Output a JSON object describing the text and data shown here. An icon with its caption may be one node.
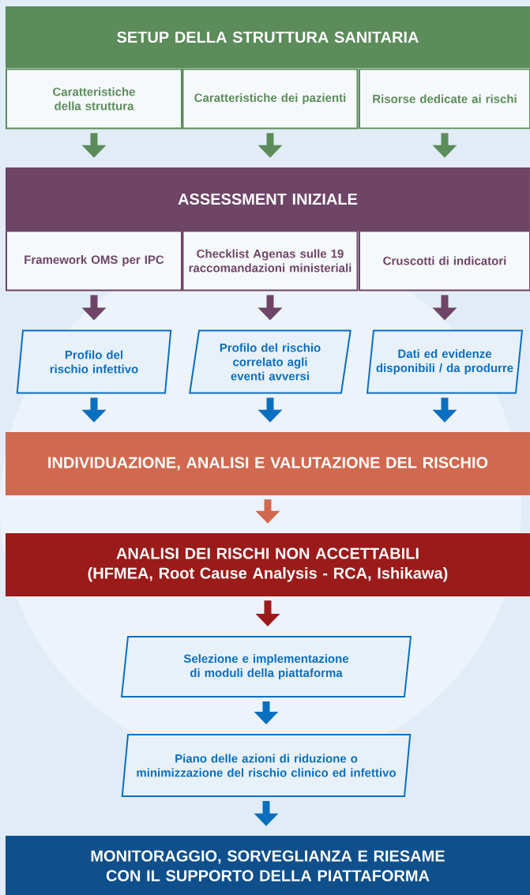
{
  "diagram": {
    "nodes": [
      {
        "text": [
          "SETUP DELLA STRUTTURA SANITARIA"
        ]
      },
      {
        "text": [
          "Caratteristiche della struttura"
        ]
      },
      {
        "text": [
          "Caratteristiche dei pazienti"
        ]
      },
      {
        "text": [
          "Risorse dedicate ai rischi"
        ]
      },
      {
        "text": [
          "ASSESSMENT INIZIALE"
        ]
      },
      {
        "text": [
          "Framework OMS per IPC"
        ]
      },
      {
        "text": [
          "Checklist Agenas sulle 19 raccomandazioni ministeriali"
        ]
      },
      {
        "text": [
          "Cruscotti di indicatori"
        ]
      },
      {
        "text": [
          "Profilo del rischio infettivo"
        ]
      },
      {
        "text": [
          "Profilo del rischio correlato agli eventi avversi"
        ]
      },
      {
        "text": [
          "Dati ed evidenze disponibili / da produrre"
        ]
      },
      {
        "text": [
          "INDIVIDUAZIONE, ANALISI E VALUTAZIONE DEL RISCHIO"
        ]
      },
      {
        "text": [
          "ANALISI DEI RISCHI NON ACCETTABILI (HFMEA, Root Cause Analysis - RCA, Ishikawa)"
        ]
      },
      {
        "text": [
          "Selezione e implementazione di moduli della piattaforma"
        ]
      },
      {
        "text": [
          "Piano delle azioni di riduzione o minimizzazione del rischio clinico ed infettivo"
        ]
      },
      {
        "text": [
          "MONITORAGGIO, SORVEGLIANZA E RIESAME CON IL SUPPORTO DELLA PIATTAFORMA"
        ]
      }
    ],
    "edges": [
      {
        "from": 1,
        "to": 4,
        "arrow": "to",
        "color": "#5b8c5a"
      },
      {
        "from": 2,
        "to": 4,
        "arrow": "to",
        "color": "#5b8c5a"
      },
      {
        "from": 3,
        "to": 4,
        "arrow": "to",
        "color": "#5b8c5a"
      },
      {
        "from": 5,
        "to": 8,
        "arrow": "to",
        "color": "#6e4567"
      },
      {
        "from": 6,
        "to": 9,
        "arrow": "to",
        "color": "#6e4567"
      },
      {
        "from": 7,
        "to": 10,
        "arrow": "to",
        "color": "#6e4567"
      },
      {
        "from": 8,
        "to": 11,
        "arrow": "to"
      },
      {
        "from": 9,
        "to": 11,
        "arrow": "to"
      },
      {
        "from": 10,
        "to": 11,
        "arrow": "to"
      },
      {
        "from": 11,
        "to": 12,
        "arrow": "to",
        "color": "#d0694f"
      },
      {
        "from": 12,
        "to": 13,
        "arrow": "to",
        "color": "#9b1b1a"
      },
      {
        "from": 13,
        "to": 14,
        "arrow": "to"
      },
      {
        "from": 14,
        "to": 15,
        "arrow": "to"
      }
    ]
  }
}
